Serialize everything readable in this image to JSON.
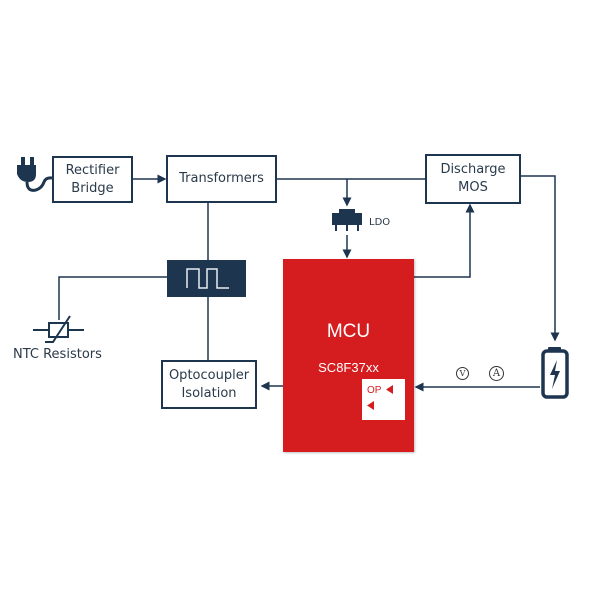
{
  "diagram": {
    "blocks": {
      "rectifier": "Rectifier\nBridge",
      "transformers": "Transformers",
      "discharge": "Discharge\nMOS",
      "optocoupler": "Optocoupler\nIsolation"
    },
    "labels": {
      "ldo": "LDO",
      "ntc": "NTC Resistors"
    },
    "mcu": {
      "title": "MCU",
      "part": "SC8F37xx",
      "op_label": "OP"
    },
    "meters": {
      "voltage": "V",
      "current": "A"
    },
    "icons": [
      "power-plug-icon",
      "pwm-square-wave-icon",
      "ldo-regulator-icon",
      "ntc-thermistor-icon",
      "battery-charging-icon"
    ],
    "colors": {
      "line": "#1e3550",
      "mcu": "#d51d20",
      "text": "#2a3a4a"
    }
  }
}
